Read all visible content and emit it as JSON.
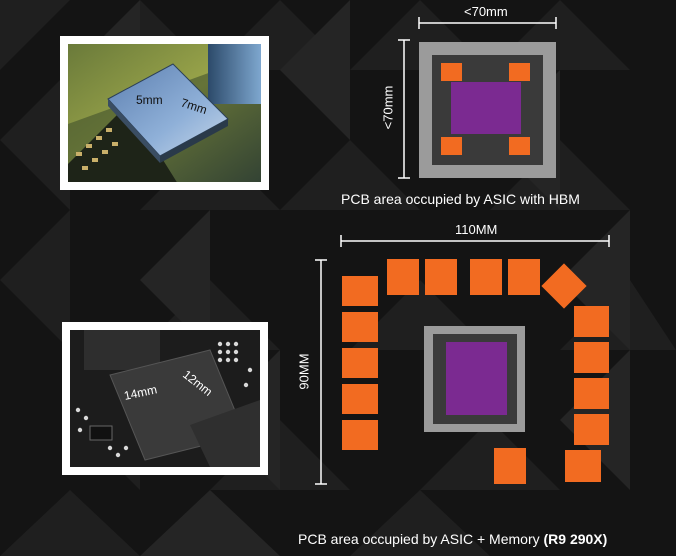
{
  "hbm_diagram": {
    "width_label": "<70mm",
    "height_label": "<70mm",
    "caption": "PCB area occupied by ASIC with HBM"
  },
  "gddr5_diagram": {
    "width_label": "110MM",
    "height_label": "90MM",
    "caption_main": "PCB area occupied by ASIC + Memory ",
    "caption_bold": "(R9 290X)"
  },
  "hbm_photo": {
    "dim_a": "5mm",
    "dim_b": "7mm"
  },
  "gddr5_photo": {
    "dim_a": "14mm",
    "dim_b": "12mm"
  },
  "colors": {
    "memory": "#f26b21",
    "asic_core": "#7b2a91",
    "asic_frame": "#9b9b9b",
    "background": "#121212"
  }
}
